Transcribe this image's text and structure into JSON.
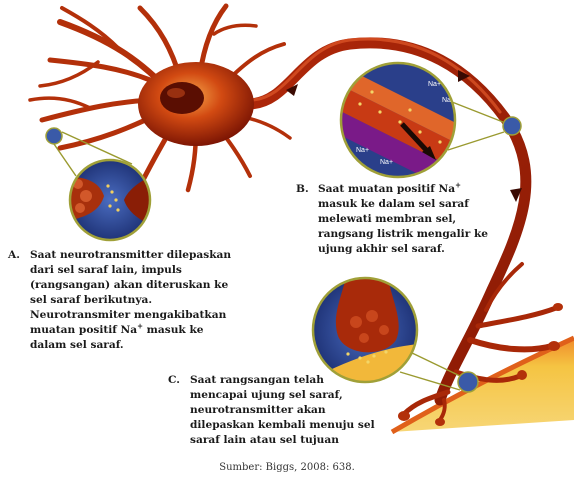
{
  "captions": {
    "a": {
      "label": "A.",
      "lines": [
        {
          "text": "Saat neurotransmitter dilepaskan"
        },
        {
          "text": "dari sel saraf lain, impuls"
        },
        {
          "text": "(rangsangan) akan diteruskan ke"
        },
        {
          "text": "sel saraf berikutnya."
        },
        {
          "text": "Neurotransmiter mengakibatkan"
        },
        {
          "pre": "muatan positif Na",
          "sup": "+",
          "post": " masuk ke"
        },
        {
          "text": "dalam sel saraf."
        }
      ]
    },
    "b": {
      "label": "B.",
      "lines": [
        {
          "pre": "Saat muatan positif Na",
          "sup": "+",
          "post": ""
        },
        {
          "text": "masuk ke dalam sel saraf"
        },
        {
          "text": "melewati membran sel,"
        },
        {
          "text": "rangsang listrik mengalir ke"
        },
        {
          "text": "ujung akhir sel saraf."
        }
      ]
    },
    "c": {
      "label": "C.",
      "lines": [
        {
          "text": "Saat rangsangan telah"
        },
        {
          "text": "mencapai ujung sel saraf,"
        },
        {
          "text": "neurotransmitter akan"
        },
        {
          "text": "dilepaskan kembali menuju sel"
        },
        {
          "text": "saraf lain atau sel tujuan"
        }
      ]
    }
  },
  "source": "Sumber: Biggs, 2008: 638.",
  "ion_label": "Na+",
  "colors": {
    "neuron_dark": "#8a1a04",
    "neuron_mid": "#c8380a",
    "neuron_light": "#f08a2a",
    "inset_blue": "#2c4a9a",
    "inset_ring": "#a0a038",
    "tissue_yellow": "#f5c442"
  }
}
